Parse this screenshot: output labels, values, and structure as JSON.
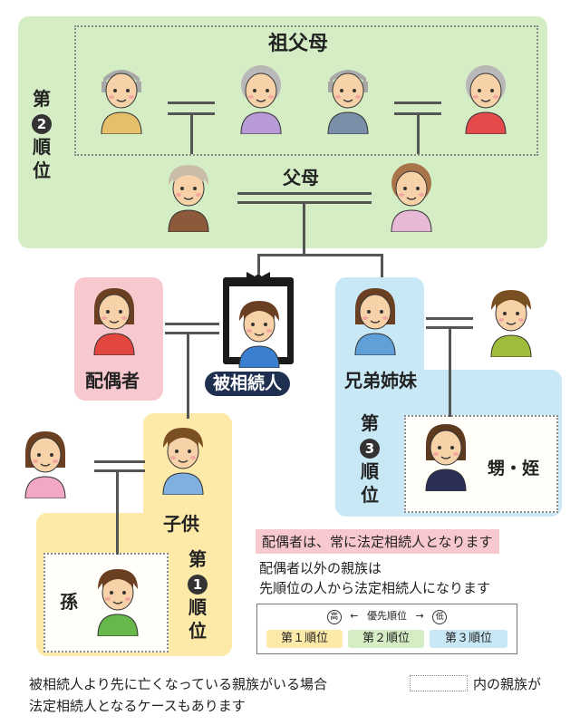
{
  "labels": {
    "grandparents": "祖父母",
    "parents": "父母",
    "spouse": "配偶者",
    "deceased": "被相続人",
    "siblings": "兄弟姉妹",
    "children": "子供",
    "grandchild": "孫",
    "nephew_niece": "甥・姪"
  },
  "ranks": {
    "second": {
      "chars": [
        "第",
        "2",
        "順",
        "位"
      ]
    },
    "third": {
      "chars": [
        "第",
        "3",
        "順",
        "位"
      ]
    },
    "first": {
      "chars": [
        "第",
        "1",
        "順",
        "位"
      ]
    }
  },
  "notes": {
    "spouse_always": "配偶者は、常に法定相続人となります",
    "other_line1": "配偶者以外の親族は",
    "other_line2": "先順位の人から法定相続人になります",
    "bottom_line1_a": "被相続人より先に亡くなっている親族がいる場合",
    "bottom_line1_b": "内の親族が",
    "bottom_line2": "法定相続人となるケースもあります"
  },
  "legend": {
    "high": "高",
    "low": "低",
    "left_arrow": "←",
    "title": "優先順位",
    "right_arrow": "→",
    "rank1": "第１順位",
    "rank2": "第２順位",
    "rank3": "第３順位"
  },
  "colors": {
    "green": "#d4edc4",
    "pink": "#f8c8cf",
    "blue": "#c9e8f6",
    "yellow": "#fde9a8",
    "navy": "#1f2f4f"
  },
  "people": [
    {
      "id": "grandfather-1-icon",
      "type": "old-man",
      "shirt": "#e5c06a"
    },
    {
      "id": "grandmother-1-icon",
      "type": "old-woman",
      "shirt": "#b79ad6"
    },
    {
      "id": "grandfather-2-icon",
      "type": "old-man",
      "shirt": "#7a8fa8"
    },
    {
      "id": "grandmother-2-icon",
      "type": "old-woman",
      "shirt": "#e44a4a"
    },
    {
      "id": "father-icon",
      "type": "middle-man",
      "shirt": "#8c5a3a"
    },
    {
      "id": "mother-icon",
      "type": "middle-woman",
      "shirt": "#e7b9d6"
    },
    {
      "id": "spouse-icon",
      "type": "woman",
      "shirt": "#e2473f"
    },
    {
      "id": "deceased-portrait-icon",
      "type": "boy",
      "shirt": "#3a7fd0"
    },
    {
      "id": "sibling-icon",
      "type": "woman",
      "shirt": "#5fa0d8"
    },
    {
      "id": "sibling-spouse-icon",
      "type": "man",
      "shirt": "#9fbc3a"
    },
    {
      "id": "nephew-niece-icon",
      "type": "girl",
      "shirt": "#2b2f55"
    },
    {
      "id": "child-spouse-icon",
      "type": "woman",
      "shirt": "#f2a7c4"
    },
    {
      "id": "child-icon",
      "type": "man",
      "shirt": "#7fb0e0"
    },
    {
      "id": "grandchild-icon",
      "type": "boy",
      "shirt": "#66b84a"
    }
  ]
}
